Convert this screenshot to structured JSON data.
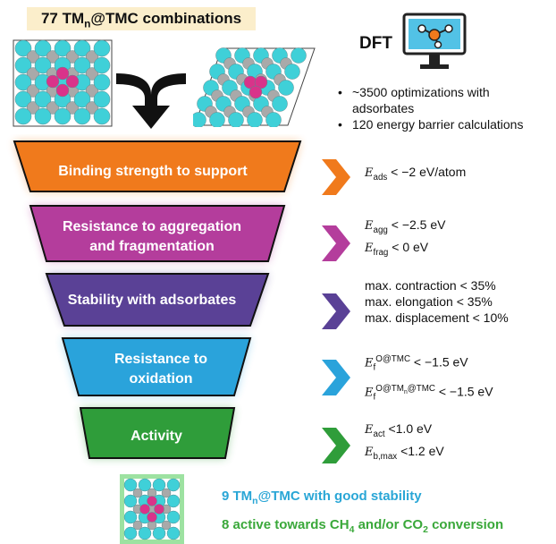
{
  "header": {
    "title": "77 TM<sub>n</sub>@TMC combinations",
    "method": "DFT",
    "bullets": [
      "~3500 optimizations with adsorbates",
      "120 energy barrier calculations"
    ]
  },
  "stages": [
    {
      "label": "Binding strength to support",
      "color": "#f07a1c"
    },
    {
      "label": "Resistance to aggregation and fragmentation",
      "color": "#b43d9c"
    },
    {
      "label": "Stability with adsorbates",
      "color": "#5a4196"
    },
    {
      "label": "Resistance to oxidation",
      "color": "#2aa3db"
    },
    {
      "label": "Activity",
      "color": "#2f9d3a"
    }
  ],
  "criteria": [
    [
      "E<sub>ads</sub> < −2 eV/atom"
    ],
    [
      "E<sub>agg</sub> < −2.5 eV",
      "E<sub>frag</sub> < 0 eV"
    ],
    [
      "max. contraction < 35%",
      "max. elongation < 35%",
      "max. displacement < 10%"
    ],
    [
      "E<sub>f</sub><sup>O@TMC</sup> < −1.5 eV",
      "E<sub>f</sub><sup>O@TM<sub>n</sub>@TMC</sup> < −1.5 eV"
    ],
    [
      "E<sub>act</sub> <1.0 eV",
      "E<sub>b,max</sub> <1.2 eV"
    ]
  ],
  "results": [
    "9 TM<sub>n</sub>@TMC with good stability",
    "8 active towards CH<sub>4</sub> and/or CO<sub>2</sub> conversion"
  ],
  "colors": {
    "atom_cyan": "#3fd0d8",
    "atom_gray": "#a9a9a9",
    "atom_pink": "#d9338a"
  }
}
